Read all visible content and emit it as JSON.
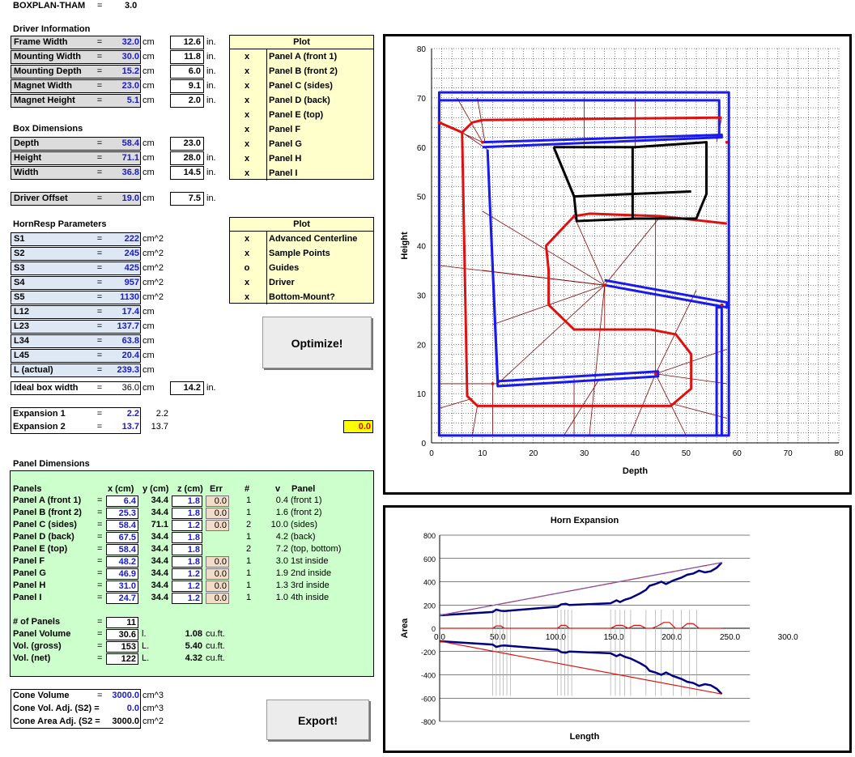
{
  "header": {
    "title": "BOXPLAN-THAM",
    "eq": "=",
    "version": "3.0"
  },
  "driver": {
    "title": "Driver Information",
    "rows": [
      {
        "label": "Frame Width",
        "value": "32.0",
        "unit": "cm",
        "inches": "12.6",
        "in": "in."
      },
      {
        "label": "Mounting Width",
        "value": "30.0",
        "unit": "cm",
        "inches": "11.8",
        "in": "in."
      },
      {
        "label": "Mounting Depth",
        "value": "15.2",
        "unit": "cm",
        "inches": "6.0",
        "in": "in."
      },
      {
        "label": "Magnet Width",
        "value": "23.0",
        "unit": "cm",
        "inches": "9.1",
        "in": "in."
      },
      {
        "label": "Magnet Height",
        "value": "5.1",
        "unit": "cm",
        "inches": "2.0",
        "in": "in."
      }
    ]
  },
  "box": {
    "title": "Box Dimensions",
    "rows": [
      {
        "label": "Depth",
        "value": "58.4",
        "unit": "cm",
        "inches": "23.0",
        "in": ""
      },
      {
        "label": "Height",
        "value": "71.1",
        "unit": "cm",
        "inches": "28.0",
        "in": "in."
      },
      {
        "label": "Width",
        "value": "36.8",
        "unit": "cm",
        "inches": "14.5",
        "in": "in."
      }
    ],
    "offset": {
      "label": "Driver Offset",
      "value": "19.0",
      "unit": "cm",
      "inches": "7.5",
      "in": "in."
    }
  },
  "plot1": {
    "title": "Plot",
    "rows": [
      {
        "mark": "x",
        "label": "Panel A (front 1)"
      },
      {
        "mark": "x",
        "label": "Panel B (front 2)"
      },
      {
        "mark": "x",
        "label": "Panel C (sides)"
      },
      {
        "mark": "x",
        "label": "Panel D (back)"
      },
      {
        "mark": "x",
        "label": "Panel E (top)"
      },
      {
        "mark": "x",
        "label": "Panel F"
      },
      {
        "mark": "x",
        "label": "Panel G"
      },
      {
        "mark": "x",
        "label": "Panel H"
      },
      {
        "mark": "x",
        "label": "Panel I"
      }
    ]
  },
  "hornresp": {
    "title": "HornResp Parameters",
    "rows": [
      {
        "label": "S1",
        "value": "222",
        "unit": "cm^2"
      },
      {
        "label": "S2",
        "value": "245",
        "unit": "cm^2"
      },
      {
        "label": "S3",
        "value": "425",
        "unit": "cm^2"
      },
      {
        "label": "S4",
        "value": "957",
        "unit": "cm^2"
      },
      {
        "label": "S5",
        "value": "1130",
        "unit": "cm^2"
      },
      {
        "label": "L12",
        "value": "17.4",
        "unit": "cm"
      },
      {
        "label": "L23",
        "value": "137.7",
        "unit": "cm"
      },
      {
        "label": "L34",
        "value": "63.8",
        "unit": "cm"
      },
      {
        "label": "L45",
        "value": "20.4",
        "unit": "cm"
      },
      {
        "label": "L (actual)",
        "value": "239.3",
        "unit": "cm"
      }
    ]
  },
  "plot2": {
    "title": "Plot",
    "rows": [
      {
        "mark": "x",
        "label": "Advanced Centerline"
      },
      {
        "mark": "x",
        "label": "Sample Points"
      },
      {
        "mark": "o",
        "label": "Guides"
      },
      {
        "mark": "x",
        "label": "Driver"
      },
      {
        "mark": "x",
        "label": "Bottom-Mount?"
      }
    ]
  },
  "buttons": {
    "optimize": "Optimize!",
    "export": "Export!"
  },
  "ideal": {
    "label": "Ideal box width",
    "value": "36.0",
    "unit": "cm",
    "inches": "14.2",
    "in": "in."
  },
  "expansion": [
    {
      "label": "Expansion 1",
      "value": "2.2",
      "extra": "2.2"
    },
    {
      "label": "Expansion 2",
      "value": "13.7",
      "extra": "13.7"
    }
  ],
  "warn_value": "0.0",
  "panels": {
    "title": "Panel Dimensions",
    "headers": [
      "Panels",
      "x (cm)",
      "y (cm)",
      "z (cm)",
      "Err",
      "#",
      "v",
      "Panel"
    ],
    "rows": [
      {
        "name": "Panel A (front 1)",
        "x": "6.4",
        "y": "34.4",
        "z": "1.8",
        "err": "0.0",
        "n": "1",
        "v": "0.4",
        "desc": "(front 1)"
      },
      {
        "name": "Panel B (front 2)",
        "x": "25.3",
        "y": "34.4",
        "z": "1.8",
        "err": "0.0",
        "n": "1",
        "v": "1.6",
        "desc": "(front 2)"
      },
      {
        "name": "Panel C (sides)",
        "x": "58.4",
        "y": "71.1",
        "z": "1.2",
        "err": "0.0",
        "n": "2",
        "v": "10.0",
        "desc": "(sides)"
      },
      {
        "name": "Panel D (back)",
        "x": "67.5",
        "y": "34.4",
        "z": "1.8",
        "err": "",
        "n": "1",
        "v": "4.2",
        "desc": "(back)"
      },
      {
        "name": "Panel E (top)",
        "x": "58.4",
        "y": "34.4",
        "z": "1.8",
        "err": "",
        "n": "2",
        "v": "7.2",
        "desc": "(top, bottom)"
      },
      {
        "name": "Panel F",
        "x": "48.2",
        "y": "34.4",
        "z": "1.8",
        "err": "0.0",
        "n": "1",
        "v": "3.0",
        "desc": "1st inside"
      },
      {
        "name": "Panel G",
        "x": "46.9",
        "y": "34.4",
        "z": "1.2",
        "err": "0.0",
        "n": "1",
        "v": "1.9",
        "desc": "2nd inside"
      },
      {
        "name": "Panel H",
        "x": "31.0",
        "y": "34.4",
        "z": "1.2",
        "err": "0.0",
        "n": "1",
        "v": "1.3",
        "desc": "3rd inside"
      },
      {
        "name": "Panel I",
        "x": "24.7",
        "y": "34.4",
        "z": "1.2",
        "err": "0.0",
        "n": "1",
        "v": "1.0",
        "desc": "4th inside"
      }
    ],
    "summary": [
      {
        "label": "# of Panels",
        "value": "11",
        "unit": "",
        "cuft": "",
        "cuunit": ""
      },
      {
        "label": "Panel Volume",
        "value": "30.6",
        "unit": "l.",
        "cuft": "1.08",
        "cuunit": "cu.ft."
      },
      {
        "label": "Vol. (gross)",
        "value": "153",
        "unit": "L.",
        "cuft": "5.40",
        "cuunit": "cu.ft."
      },
      {
        "label": "Vol. (net)",
        "value": "122",
        "unit": "L.",
        "cuft": "4.32",
        "cuunit": "cu.ft."
      }
    ]
  },
  "cone": [
    {
      "label": "Cone Volume",
      "value": "3000.0",
      "unit": "cm^3"
    },
    {
      "label": "Cone Vol. Adj. (S2) =",
      "value": "0.0",
      "unit": "cm^3"
    },
    {
      "label": "Cone Area Adj. (S2 =",
      "value": "3000.0",
      "unit": "cm^2"
    }
  ],
  "colors": {
    "grey": "#dcdcdc",
    "blue": "#dde8f4",
    "yellow": "#ffffcc",
    "green": "#ccffcc",
    "plotBlue": "#1a1aee",
    "plotRed": "#e01010",
    "plotBlack": "#000000",
    "plotDarkRed": "#8b0000"
  },
  "chart_data": [
    {
      "type": "line",
      "title": "",
      "xlabel": "Depth",
      "ylabel": "Height",
      "xlim": [
        0,
        80
      ],
      "ylim": [
        0,
        80
      ],
      "xticks": [
        "0",
        "10",
        "20",
        "30",
        "40",
        "50",
        "60",
        "70",
        "80"
      ],
      "yticks": [
        "0",
        "10",
        "20",
        "30",
        "40",
        "50",
        "60",
        "70",
        "80"
      ],
      "grid": true,
      "series": [
        {
          "color": "#1a1aee",
          "closed": true,
          "x": [
            1.5,
            58.4,
            58.4,
            1.5
          ],
          "y": [
            1.5,
            1.5,
            71.1,
            71.1
          ]
        },
        {
          "color": "#1a1aee",
          "closed": false,
          "x": [
            1.5,
            1.5,
            56.5,
            56.5
          ],
          "y": [
            1.5,
            69.5,
            69.5,
            62.5
          ]
        },
        {
          "color": "#1a1aee",
          "closed": false,
          "x": [
            57,
            57,
            56,
            56
          ],
          "y": [
            1.5,
            27.5,
            27.5,
            1.5
          ]
        },
        {
          "color": "#1a1aee",
          "closed": false,
          "x": [
            10,
            57,
            57,
            10
          ],
          "y": [
            61,
            62.5,
            62,
            60
          ]
        },
        {
          "color": "#1a1aee",
          "closed": false,
          "x": [
            11,
            13,
            44.5,
            44.5,
            13,
            11
          ],
          "y": [
            59.5,
            12.5,
            14.5,
            13.5,
            11.5,
            59.5
          ]
        },
        {
          "color": "#1a1aee",
          "closed": false,
          "x": [
            34,
            58,
            58,
            34
          ],
          "y": [
            32,
            27.5,
            28.5,
            33
          ]
        },
        {
          "color": "#e01010",
          "closed": false,
          "x": [
            1.5,
            6,
            8,
            10,
            57,
            57
          ],
          "y": [
            65,
            63,
            65,
            65.5,
            66,
            66
          ]
        },
        {
          "color": "#e01010",
          "closed": false,
          "x": [
            6,
            7,
            9,
            47,
            51,
            51,
            48,
            43
          ],
          "y": [
            63,
            9.5,
            7.5,
            7.5,
            11,
            18,
            22,
            23
          ]
        },
        {
          "color": "#e01010",
          "closed": false,
          "x": [
            43,
            28,
            23,
            23,
            22.5,
            28,
            31,
            45,
            58
          ],
          "y": [
            23,
            23,
            28,
            35,
            40,
            46,
            46.5,
            46,
            44.5
          ]
        },
        {
          "color": "#000000",
          "closed": false,
          "x": [
            24,
            28,
            28.5,
            40,
            51,
            52,
            54,
            54,
            40,
            29,
            24
          ],
          "y": [
            60,
            50,
            45,
            45.5,
            45.5,
            45.5,
            50.5,
            61,
            60,
            60,
            60
          ]
        },
        {
          "color": "#000000",
          "closed": false,
          "x": [
            28,
            51
          ],
          "y": [
            50,
            51
          ]
        },
        {
          "color": "#000000",
          "closed": false,
          "x": [
            39.5,
            39.5
          ],
          "y": [
            60,
            45.5
          ]
        }
      ]
    },
    {
      "type": "line",
      "title": "Horn Expansion",
      "xlabel": "Length",
      "ylabel": "Area",
      "xlim": [
        0,
        300
      ],
      "ylim": [
        -800,
        800
      ],
      "xticks": [
        "0.0",
        "50.0",
        "100.0",
        "150.0",
        "200.0",
        "250.0",
        "300.0"
      ],
      "yticks": [
        "800",
        "600",
        "400",
        "200",
        "0",
        "-200",
        "-400",
        "-600",
        "-800"
      ],
      "grid": true,
      "series": [
        {
          "color": "#000080",
          "x": [
            0,
            45,
            48,
            52,
            55,
            100,
            103,
            107,
            110,
            145,
            150,
            153,
            157,
            162,
            170,
            175,
            178,
            183,
            188,
            192,
            198,
            205,
            210,
            215,
            220,
            225,
            230,
            235,
            239.3
          ],
          "y": [
            111,
            140,
            160,
            150,
            148,
            185,
            205,
            210,
            200,
            215,
            240,
            225,
            245,
            260,
            300,
            330,
            365,
            380,
            400,
            380,
            410,
            435,
            460,
            470,
            495,
            480,
            490,
            520,
            565
          ]
        },
        {
          "color": "#e01010",
          "x": [
            0,
            239.3
          ],
          "y": [
            111,
            565
          ]
        },
        {
          "color": "#8060c0",
          "dash": true,
          "x": [
            0,
            239.3
          ],
          "y": [
            111,
            565
          ]
        },
        {
          "color": "#8060c0",
          "dash": true,
          "x": [
            0,
            239.3
          ],
          "y": [
            111,
            565
          ]
        },
        {
          "color": "#000080",
          "x": [
            0,
            45,
            48,
            52,
            55,
            100,
            103,
            107,
            110,
            145,
            150,
            153,
            157,
            162,
            170,
            175,
            178,
            183,
            188,
            192,
            198,
            205,
            210,
            215,
            220,
            225,
            230,
            235,
            239.3
          ],
          "y": [
            -111,
            -140,
            -160,
            -150,
            -148,
            -185,
            -205,
            -210,
            -200,
            -215,
            -240,
            -225,
            -245,
            -260,
            -300,
            -330,
            -365,
            -380,
            -400,
            -380,
            -410,
            -435,
            -460,
            -470,
            -495,
            -480,
            -490,
            -520,
            -565
          ]
        },
        {
          "color": "#e01010",
          "x": [
            0,
            239.3
          ],
          "y": [
            -111,
            -565
          ]
        },
        {
          "color": "#e01010",
          "x": [
            0,
            45,
            48,
            52,
            55,
            100,
            103,
            107,
            110,
            145,
            150,
            155,
            160,
            165,
            170,
            175,
            180,
            185,
            190,
            195,
            200,
            205,
            210,
            215,
            220,
            239.3
          ],
          "y": [
            0,
            0,
            20,
            20,
            0,
            0,
            25,
            25,
            0,
            0,
            25,
            25,
            0,
            25,
            25,
            0,
            0,
            20,
            50,
            50,
            0,
            0,
            40,
            40,
            0,
            0
          ]
        }
      ]
    }
  ]
}
